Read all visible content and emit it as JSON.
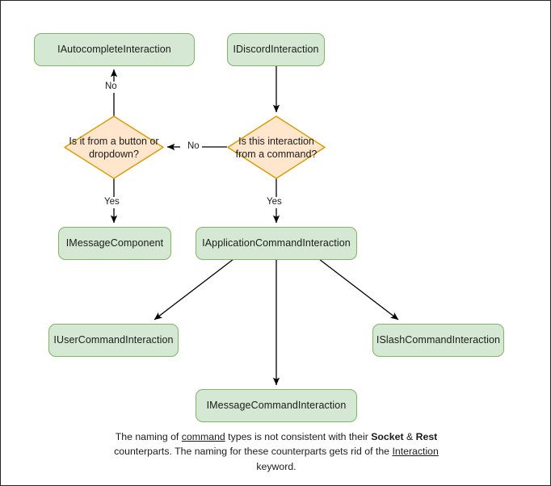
{
  "diagram": {
    "title": "Discord interaction type flowchart",
    "colors": {
      "process_fill": "#d5e8d4",
      "process_stroke": "#82b366",
      "decision_fill": "#ffe6cc",
      "decision_stroke": "#d79b00",
      "edge_stroke": "#000000",
      "page_border": "#262626",
      "text": "#1b1b1b"
    },
    "nodes": [
      {
        "id": "autocomplete",
        "type": "process",
        "label": "IAutocompleteInteraction"
      },
      {
        "id": "discord",
        "type": "process",
        "label": "IDiscordInteraction"
      },
      {
        "id": "decision_left",
        "type": "decision",
        "label": "Is it from a button or dropdown?"
      },
      {
        "id": "decision_right",
        "type": "decision",
        "label": "Is this interaction from a command?"
      },
      {
        "id": "messagecomp",
        "type": "process",
        "label": "IMessageComponent"
      },
      {
        "id": "appcommand",
        "type": "process",
        "label": "IApplicationCommandInteraction"
      },
      {
        "id": "usercommand",
        "type": "process",
        "label": "IUserCommandInteraction"
      },
      {
        "id": "slashcommand",
        "type": "process",
        "label": "ISlashCommandInteraction"
      },
      {
        "id": "msgcommand",
        "type": "process",
        "label": "IMessageCommandInteraction"
      }
    ],
    "edges": [
      {
        "id": "e1",
        "from": "discord",
        "to": "decision_right",
        "label": ""
      },
      {
        "id": "e2",
        "from": "decision_right",
        "to": "decision_left",
        "label": "No"
      },
      {
        "id": "e3",
        "from": "decision_right",
        "to": "appcommand",
        "label": "Yes"
      },
      {
        "id": "e4",
        "from": "decision_left",
        "to": "autocomplete",
        "label": "No"
      },
      {
        "id": "e5",
        "from": "decision_left",
        "to": "messagecomp",
        "label": "Yes"
      },
      {
        "id": "e6",
        "from": "appcommand",
        "to": "usercommand",
        "label": ""
      },
      {
        "id": "e7",
        "from": "appcommand",
        "to": "msgcommand",
        "label": ""
      },
      {
        "id": "e8",
        "from": "appcommand",
        "to": "slashcommand",
        "label": ""
      }
    ],
    "edge_labels": {
      "no_up": "No",
      "no_left": "No",
      "yes_left": "Yes",
      "yes_right": "Yes"
    },
    "caption": {
      "line1_a": "The naming of ",
      "line1_b": "command",
      "line1_c": " types is not consistent with their",
      "line2_a": "Socket",
      "line2_b": " & ",
      "line2_c": "Rest",
      "line2_d": " counterparts. The naming for these",
      "line3_a": "counterparts gets rid of the ",
      "line3_b": "Interaction",
      "line3_c": " keyword."
    }
  }
}
